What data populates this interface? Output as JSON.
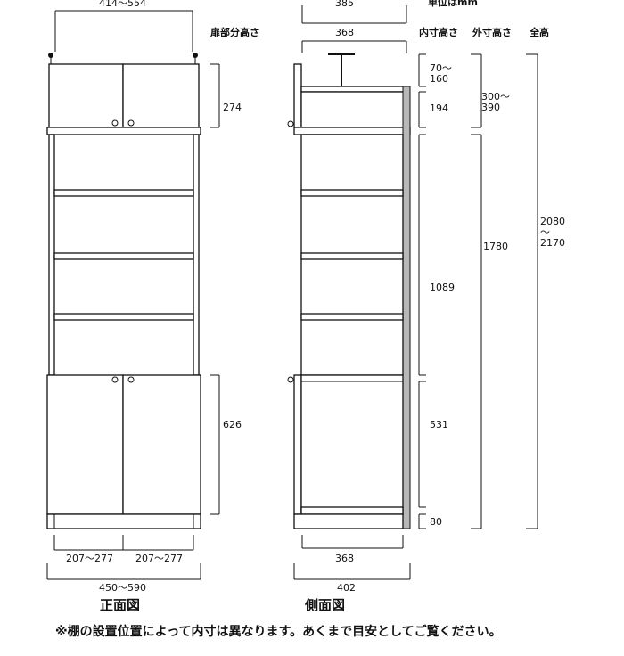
{
  "units": "単位はmm",
  "column_headers": {
    "door_height": "扉部分高さ",
    "inner_height": "内寸高さ",
    "outer_height": "外寸高さ",
    "total_height": "全高"
  },
  "front_view": {
    "title": "正面図",
    "top_width": "414〜554",
    "upper_door_height": "274",
    "lower_door_height": "626",
    "door_width_left": "207〜277",
    "door_width_right": "207〜277",
    "overall_width": "450〜590"
  },
  "side_view": {
    "title": "側面図",
    "top_depth": "385",
    "inner_depth_top": "368",
    "inner_depth_bottom": "368",
    "overall_depth": "402"
  },
  "inner_heights": {
    "tension_pole": "70〜\n160",
    "upper_cabinet": "194",
    "middle_open": "1089",
    "lower_cabinet": "531",
    "plinth": "80"
  },
  "outer_heights": {
    "upper": "300〜\n390",
    "lower": "1780"
  },
  "total_height": "2080\n〜\n2170",
  "footnote": "※棚の設置位置によって内寸は異なります。あくまで目安としてご覧ください。"
}
